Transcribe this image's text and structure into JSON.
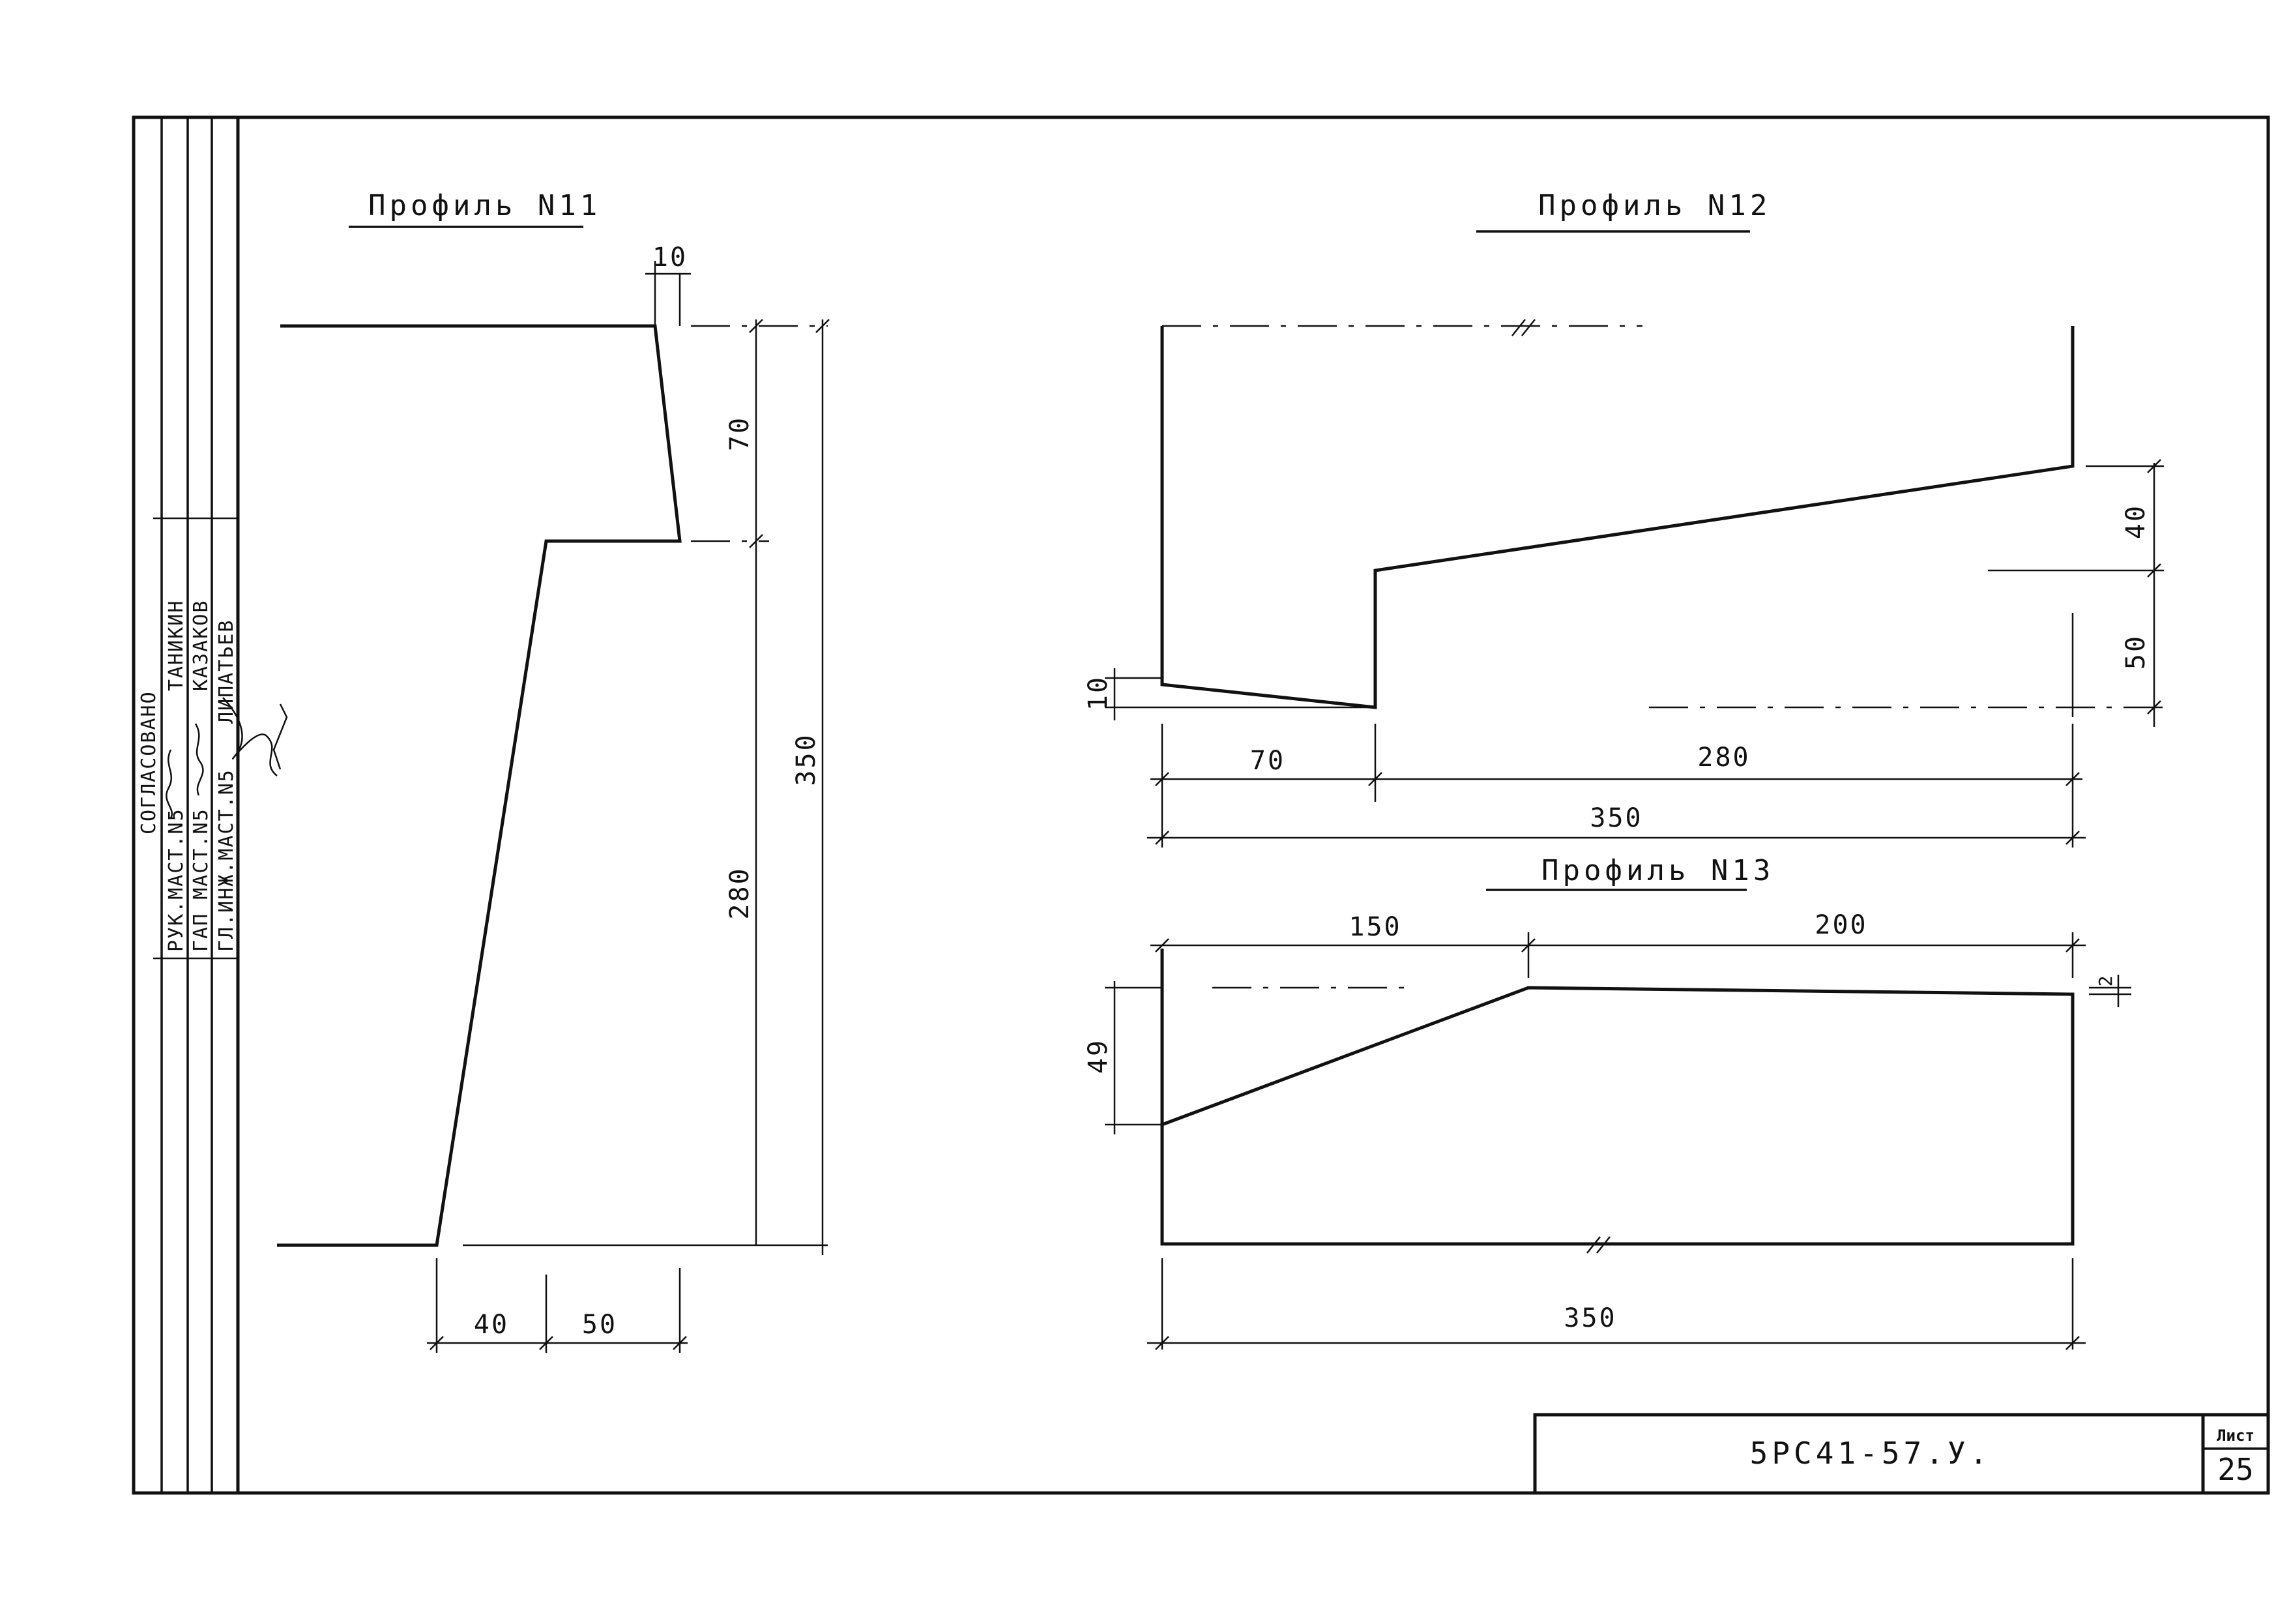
{
  "sheet": {
    "code": "5РС41-57.У.",
    "list_label": "Лист",
    "list_number": "25"
  },
  "approval": {
    "heading": "СОГЛАСОВАНО",
    "rows": [
      {
        "role": "РУК.МАСТ.N5",
        "name": "ТАНИКИН"
      },
      {
        "role": "ГАП МАСТ.N5",
        "name": "КАЗАКОВ"
      },
      {
        "role": "ГЛ.ИНЖ.МАСТ.N5",
        "name": "ЛИПАТЬЕВ"
      }
    ]
  },
  "profiles": [
    {
      "title": "Профиль N11",
      "dims": {
        "top_offset": "10",
        "upper_height": "70",
        "lower_height": "280",
        "total_height": "350",
        "bottom_left": "40",
        "bottom_right": "50"
      }
    },
    {
      "title": "Профиль N12",
      "dims": {
        "right_upper": "40",
        "right_lower": "50",
        "left_drop": "10",
        "seg_left": "70",
        "seg_right": "280",
        "total_width": "350"
      }
    },
    {
      "title": "Профиль N13",
      "dims": {
        "top_left": "150",
        "top_right": "200",
        "right_drop": "2",
        "left_height": "49",
        "total_width": "350"
      }
    }
  ]
}
